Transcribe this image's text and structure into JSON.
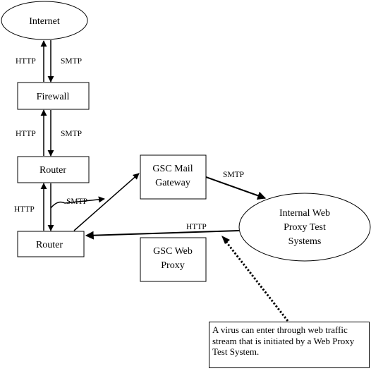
{
  "nodes": {
    "internet": "Internet",
    "firewall": "Firewall",
    "router_top": "Router",
    "router_bottom": "Router",
    "mail_gateway": [
      "GSC Mail",
      "Gateway"
    ],
    "web_proxy": [
      "GSC Web",
      "Proxy"
    ],
    "internal_systems": [
      "Internal Web",
      "Proxy Test",
      "Systems"
    ]
  },
  "edge_labels": {
    "internet_firewall_left": "HTTP",
    "internet_firewall_right": "SMTP",
    "firewall_router_left": "HTTP",
    "firewall_router_right": "SMTP",
    "router_router_left": "HTTP",
    "router_to_gateway": "SMTP",
    "gateway_to_internal": "SMTP",
    "internal_to_router": "HTTP"
  },
  "note": "A virus can  enter through web traffic stream that is initiated by a Web Proxy Test System."
}
